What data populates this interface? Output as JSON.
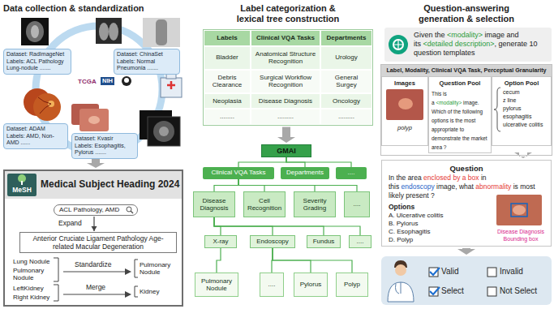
{
  "diagram": {
    "nodes": [
      {
        "text": [
          "Dataset: RadImageNet",
          "Labels: ACL Pathology Lung-nodule ......."
        ]
      },
      {
        "text": [
          "Dataset: ChinaSet",
          "Labels: Normal Pneumonia ......."
        ]
      },
      {
        "text": [
          "Dataset: ADAM",
          "Labels: AMD, Non-AMD ......"
        ]
      },
      {
        "text": [
          "Dataset: Kvasir",
          "Labels: Esophagitis, Pylorus ......."
        ]
      },
      {
        "text": [
          "MeSH",
          "Medical Subject Heading 2024"
        ]
      },
      {
        "text": [
          "ACL Pathology, AMD"
        ],
        "in": 4
      },
      {
        "text": [
          "Anterior Cruciate Ligament Pathology Age-related Macular Degeneration"
        ],
        "in": 4
      },
      {
        "text": [
          "Labels",
          "Clinical VQA Tasks",
          "Departments",
          "Bladder",
          "Anatomical Structure Recognition",
          "Urology",
          "Debris Clearance",
          "Surgical Workflow Recognition",
          "General Surgey",
          "Neoplasia",
          "Disease Diagnosis",
          "Oncology",
          "........",
          ".........",
          "........."
        ]
      },
      {
        "text": [
          "GMAI"
        ]
      },
      {
        "text": [
          "Clinical VQA Tasks"
        ]
      },
      {
        "text": [
          "Departments"
        ]
      },
      {
        "text": [
          "...."
        ]
      },
      {
        "text": [
          "Disease Diagnosis"
        ]
      },
      {
        "text": [
          "Cell Recognition"
        ]
      },
      {
        "text": [
          "Severity Grading"
        ]
      },
      {
        "text": [
          "...."
        ]
      },
      {
        "text": [
          "X-ray"
        ]
      },
      {
        "text": [
          "Endoscopy"
        ]
      },
      {
        "text": [
          "Fundus"
        ]
      },
      {
        "text": [
          "...."
        ]
      },
      {
        "text": [
          "Pulmonary Nodule"
        ]
      },
      {
        "text": [
          "...."
        ]
      },
      {
        "text": [
          "Pylorus"
        ]
      },
      {
        "text": [
          "Polyp"
        ]
      },
      {
        "text": [
          "Given the",
          "<modality>",
          "image and its",
          "<detailed description>",
          ", generate 10 question templates"
        ]
      },
      {
        "text": [
          "Label, Modality, Clinical VQA Task, Perceptual Granularity"
        ]
      },
      {
        "text": [
          "Images",
          "polyp"
        ],
        "in": 25
      },
      {
        "text": [
          "Question Pool",
          "This is a",
          "<modality>",
          "image. Which of the following options is the most appropriate to demonstrate the market area ?"
        ],
        "in": 25
      },
      {
        "text": [
          "Option Pool",
          "cecum",
          "z line",
          "pylorus",
          "esophagitis",
          "ulcerative colitis"
        ],
        "in": 25
      },
      {
        "text": [
          "Question",
          "In the area",
          "enclosed by a box",
          "in this",
          "endoscopy",
          "image, what",
          "abnormality",
          "is most likely present ?",
          "Options",
          "A. Ulcerative colitis",
          "B. Pylorus",
          "C. Esophagitis",
          "D. Polyp",
          "Disease Diagnosis",
          "Bounding box"
        ]
      },
      {
        "text": [
          "Valid",
          "Invalid",
          "Select",
          "Not Select"
        ]
      }
    ],
    "edges": [
      {
        "from": 5,
        "to": 6,
        "label": "Expand",
        "arrow": "to"
      },
      {
        "from": 7,
        "to": 8,
        "arrow": "to"
      },
      {
        "from": 8,
        "to": 9,
        "arrow": "none"
      },
      {
        "from": 8,
        "to": 10,
        "arrow": "none"
      },
      {
        "from": 8,
        "to": 11,
        "arrow": "none"
      },
      {
        "from": 9,
        "to": 12,
        "arrow": "none"
      },
      {
        "from": 9,
        "to": 13,
        "arrow": "none"
      },
      {
        "from": 9,
        "to": 14,
        "arrow": "none"
      },
      {
        "from": 9,
        "to": 15,
        "arrow": "none"
      },
      {
        "from": 12,
        "to": 16,
        "arrow": "none"
      },
      {
        "from": 12,
        "to": 17,
        "arrow": "none"
      },
      {
        "from": 12,
        "to": 18,
        "arrow": "none"
      },
      {
        "from": 12,
        "to": 19,
        "arrow": "none"
      },
      {
        "from": 16,
        "to": 20,
        "arrow": "none"
      },
      {
        "from": 17,
        "to": 21,
        "arrow": "none"
      },
      {
        "from": 17,
        "to": 22,
        "arrow": "none"
      },
      {
        "from": 17,
        "to": 23,
        "arrow": "none"
      },
      {
        "from": 25,
        "to": 29,
        "arrow": "to"
      },
      {
        "from": 29,
        "to": 30,
        "arrow": "to"
      }
    ],
    "labels": [
      "Data collection & standardization",
      "TCGA",
      "NIH",
      "Lung Nodule",
      "Pulmonary Nodule",
      "LeftKidney",
      "Right Kidney",
      "Standardize",
      "Merge",
      "Pulmonary Nodule",
      "Kidney",
      "Label categorization & lexical tree construction",
      "Question-answering generation & selection"
    ]
  }
}
